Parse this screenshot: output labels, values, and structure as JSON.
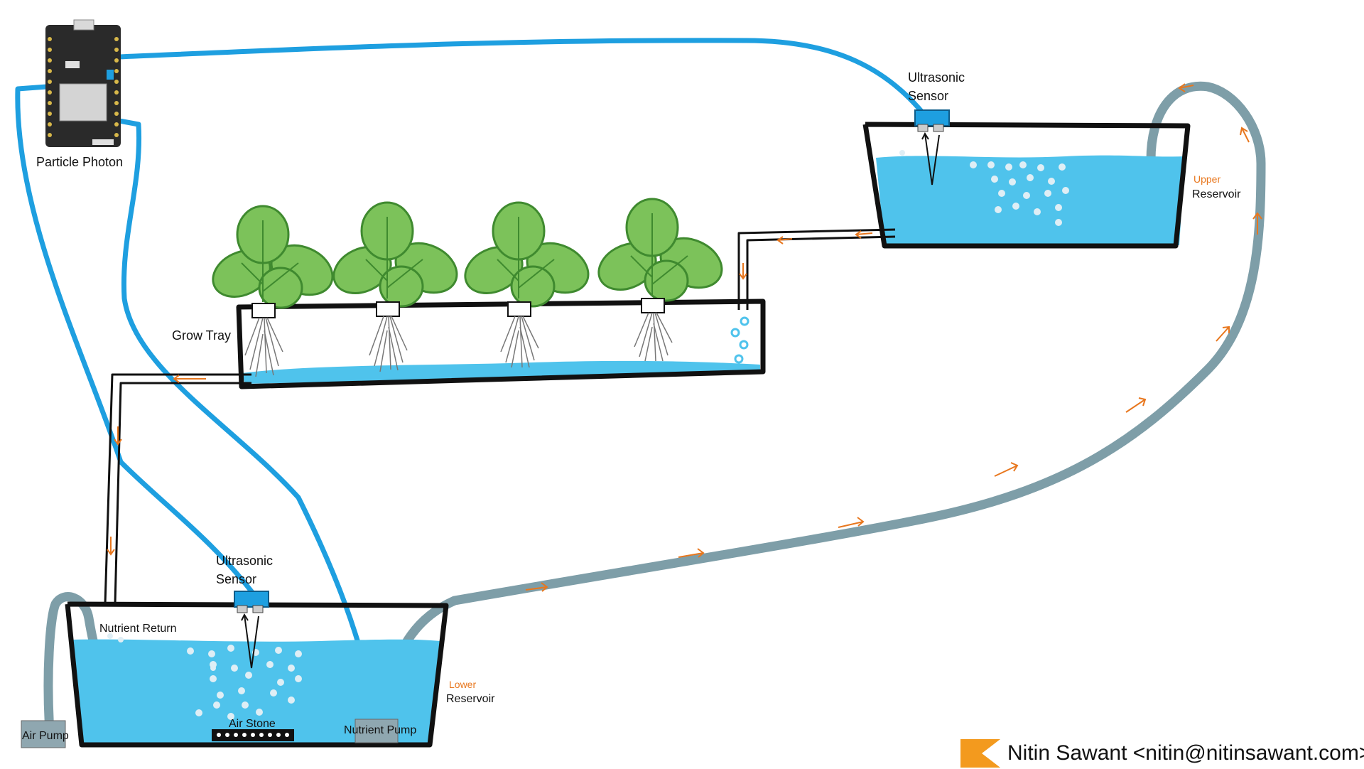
{
  "labels": {
    "particle_photon": "Particle Photon",
    "ultrasonic_upper_line1": "Ultrasonic",
    "ultrasonic_upper_line2": "Sensor",
    "ultrasonic_lower_line1": "Ultrasonic",
    "ultrasonic_lower_line2": "Sensor",
    "upper_reservoir_line1": "Upper",
    "upper_reservoir_line2": "Reservoir",
    "lower_reservoir_line1": "Lower",
    "lower_reservoir_line2": "Reservoir",
    "grow_tray": "Grow Tray",
    "nutrient_return": "Nutrient Return",
    "air_stone": "Air Stone",
    "air_pump": "Air Pump",
    "nutrient_pump": "Nutrient Pump"
  },
  "credit": {
    "text": "Nitin Sawant <nitin@nitinsawant.com>"
  },
  "colors": {
    "water": "#4fc3ec",
    "wire": "#1e9fe0",
    "tube": "#7e9ea8",
    "pipe": "#111111",
    "flow_arrow": "#e8771e",
    "leaf": "#7cc25a",
    "leaf_dark": "#3f8a2f",
    "logo": "#f39a1e"
  },
  "icons": {
    "board": "particle-photon-board",
    "sensor": "ultrasonic-sensor",
    "plant": "lettuce-plant",
    "logo": "author-logo"
  }
}
